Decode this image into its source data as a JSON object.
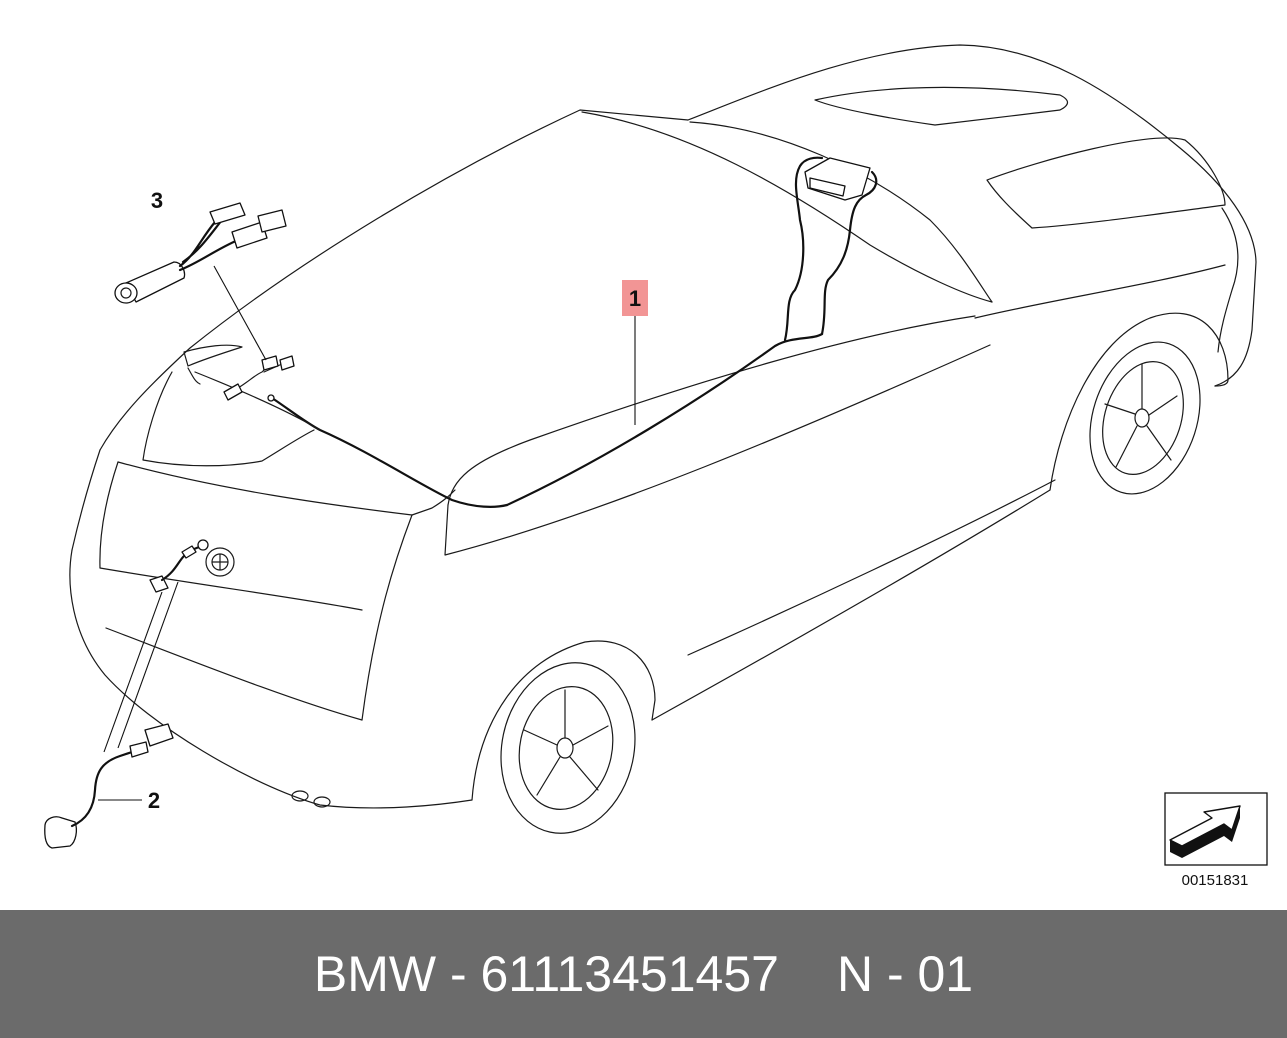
{
  "diagram": {
    "callouts": [
      {
        "label": "1"
      },
      {
        "label": "2"
      },
      {
        "label": "3"
      }
    ],
    "image_number": "00151831",
    "corner_icon": "arrow-navigation-icon"
  },
  "footer": {
    "part": "BMW - 61113451457",
    "variant": "N - 01"
  },
  "colors": {
    "footer_background": "#6b6b6b",
    "footer_text": "#ffffff",
    "callout_highlight": "#f29595",
    "line": "#111111"
  }
}
